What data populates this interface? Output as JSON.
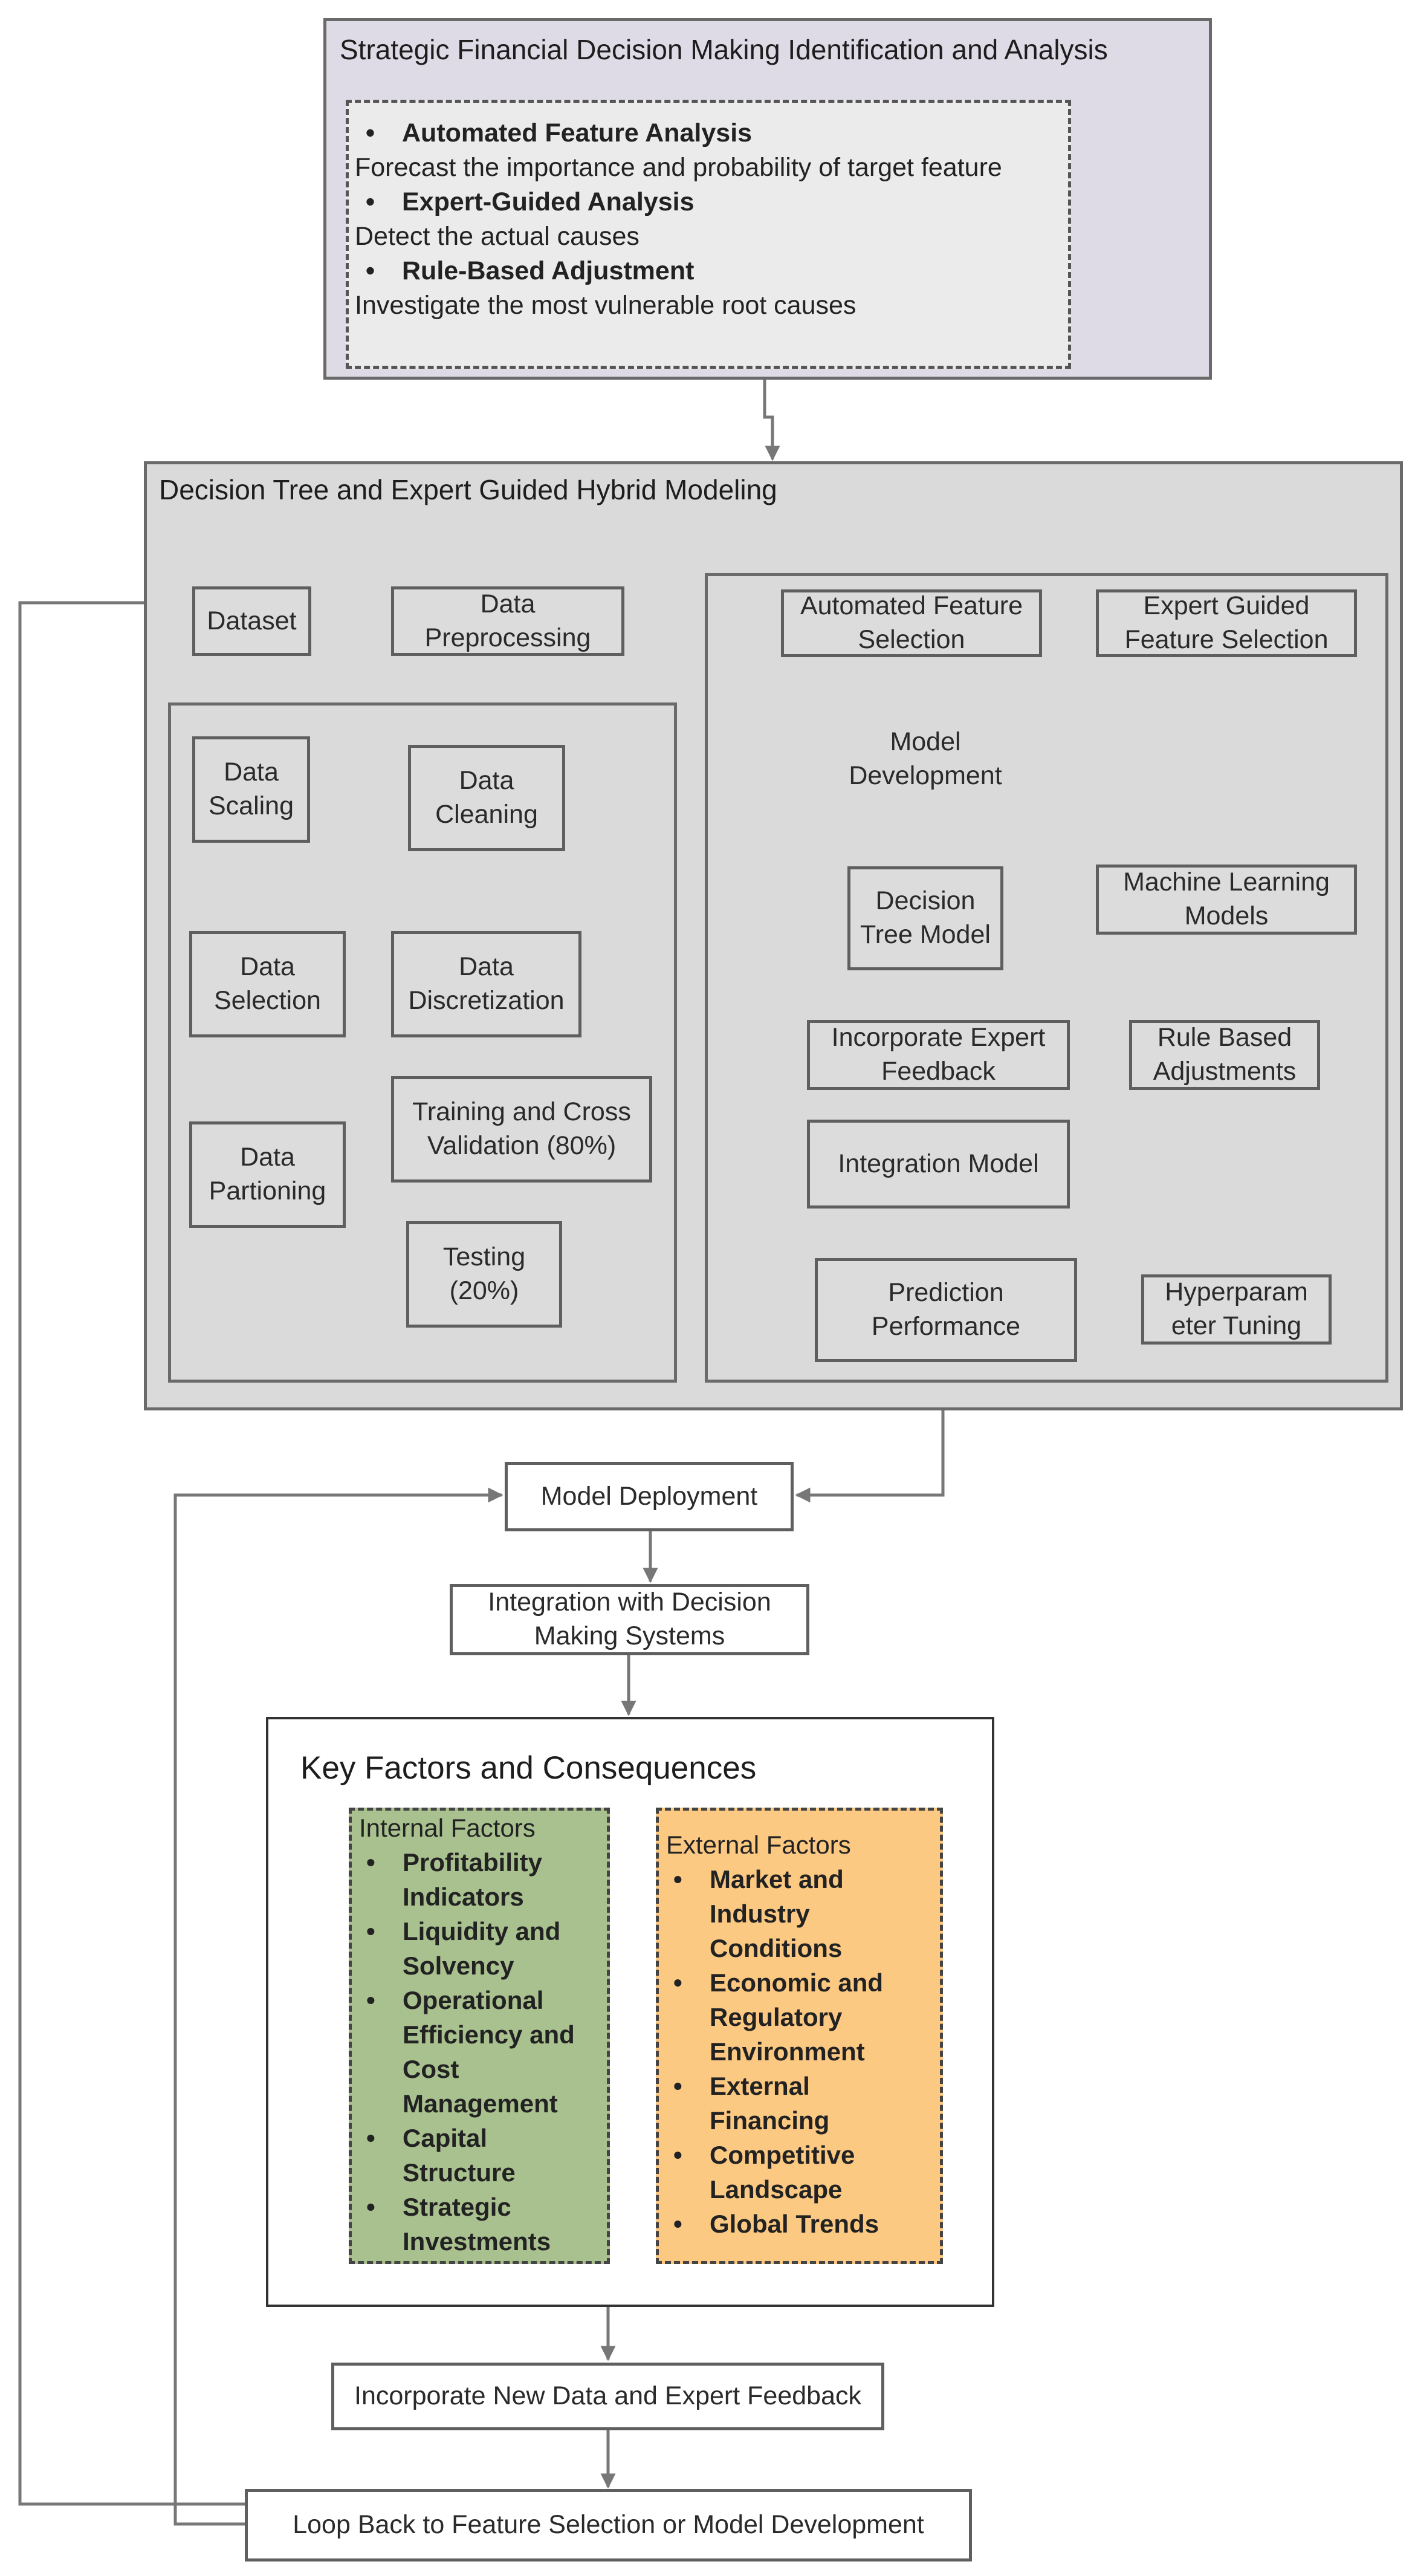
{
  "top": {
    "title": "Strategic Financial Decision Making Identification and Analysis",
    "items": [
      {
        "heading": "Automated Feature Analysis",
        "desc": "Forecast the importance and probability of target feature"
      },
      {
        "heading": "Expert-Guided Analysis",
        "desc": "Detect the actual causes"
      },
      {
        "heading": "Rule-Based Adjustment",
        "desc": "Investigate the most vulnerable root causes"
      }
    ]
  },
  "hybrid": {
    "title": "Decision Tree and Expert Guided Hybrid Modeling",
    "dataset": "Dataset",
    "preprocessing": "Data Preprocessing",
    "left": {
      "scaling": "Data Scaling",
      "cleaning": "Data Cleaning",
      "selection": "Data Selection",
      "discretization": "Data Discretization",
      "partitioning": "Data Partioning",
      "training": "Training and Cross Validation (80%)",
      "testing": "Testing (20%)"
    },
    "right": {
      "auto_feature": "Automated Feature Selection",
      "expert_feature": "Expert Guided Feature Selection",
      "model_dev": "Model Development",
      "decision_tree": "Decision Tree Model",
      "ml_models": "Machine Learning Models",
      "expert_feedback": "Incorporate Expert Feedback",
      "rule_adjust": "Rule Based Adjustments",
      "integration_model": "Integration Model",
      "prediction": "Prediction Performance",
      "hyper": "Hyperparameter Tuning"
    }
  },
  "deployment": "Model Deployment",
  "integration_systems": "Integration with Decision Making Systems",
  "factors": {
    "title": "Key Factors and Consequences",
    "internal_title": "Internal Factors",
    "internal": [
      "Profitability Indicators",
      "Liquidity and Solvency",
      "Operational Efficiency and Cost Management",
      "Capital Structure",
      "Strategic Investments"
    ],
    "external_title": "External Factors",
    "external": [
      "Market and Industry Conditions",
      "Economic and Regulatory Environment",
      "External Financing",
      "Competitive Landscape",
      "Global Trends"
    ],
    "colors": {
      "internal_bg": "#a9c18f",
      "external_bg": "#fcc983"
    }
  },
  "new_data": "Incorporate New Data and Expert Feedback",
  "loop_back": "Loop Back to Feature Selection or Model Development"
}
